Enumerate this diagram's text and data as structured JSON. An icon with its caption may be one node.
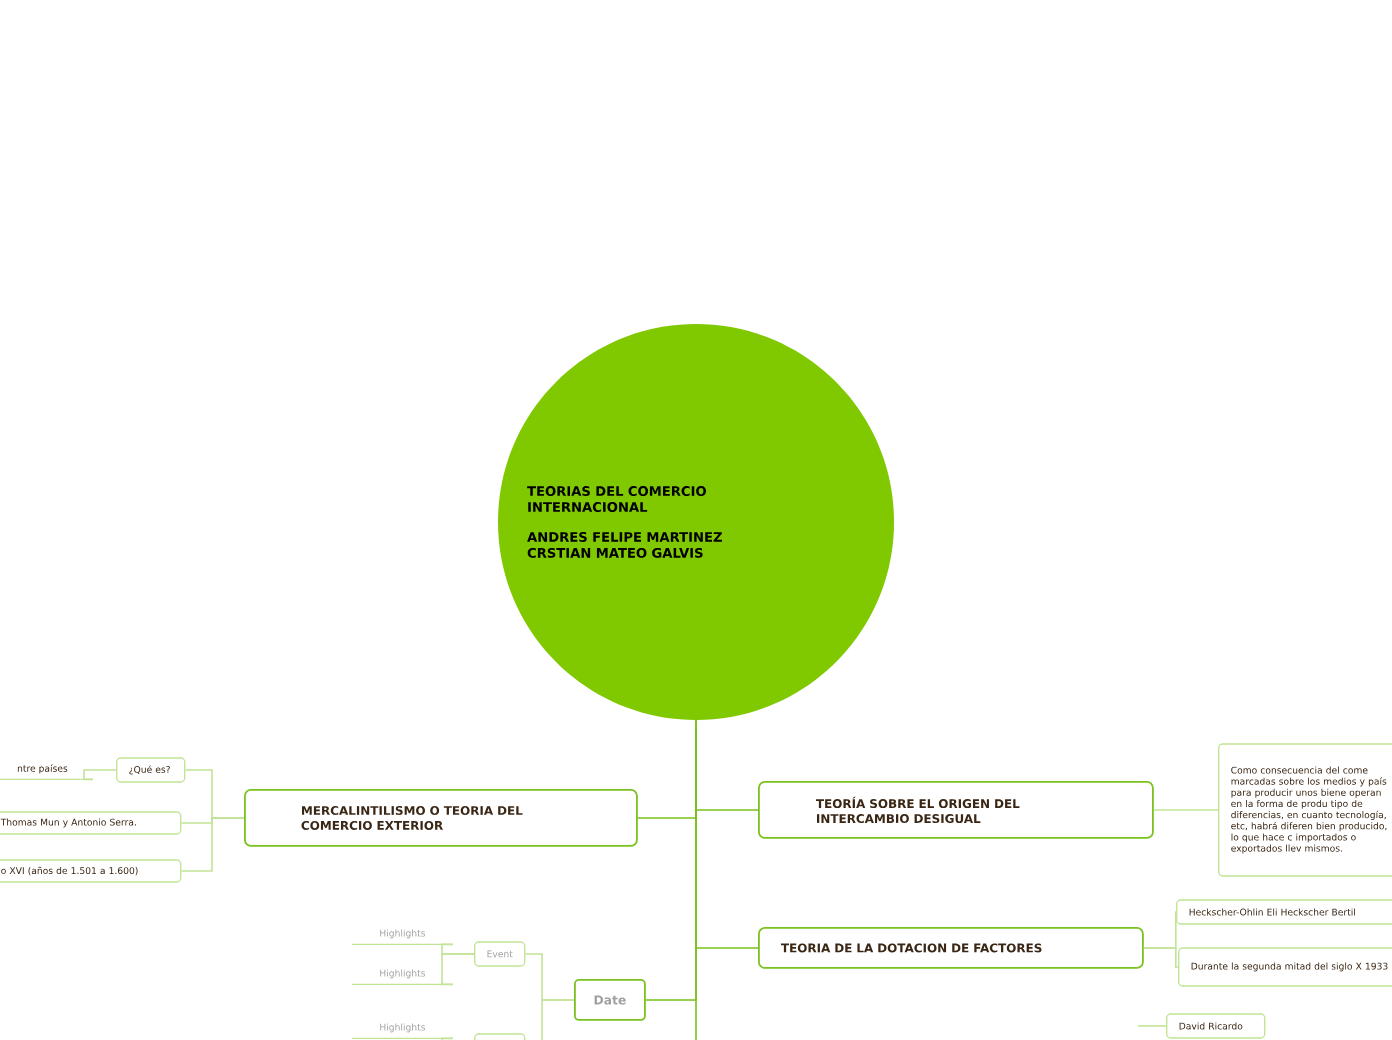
{
  "diagram": {
    "nodes": [
      {
        "text": [
          "TEORIAS DEL COMERCIO INTERNACIONAL",
          "ANDRES FELIPE MARTINEZ CRSTIAN MATEO GALVIS"
        ]
      },
      {
        "text": [
          "MERCALINTILISMO O TEORIA DEL COMERCIO EXTERIOR"
        ]
      },
      {
        "text": [
          "¿Qué es?"
        ]
      },
      {
        "text": [
          "ntre países"
        ]
      },
      {
        "text": [
          "Thomas Mun y Antonio Serra."
        ]
      },
      {
        "text": [
          "o XVI (años de 1.501 a 1.600)"
        ]
      },
      {
        "text": [
          "TEORÍA SOBRE EL ORIGEN DEL INTERCAMBIO DESIGUAL"
        ]
      },
      {
        "text": [
          "Como consecuencia del come marcadas sobre los medios y país para producir unos biene operan en la forma de produ tipo de diferencias, en cuanto tecnología, etc, habrá diferen bien producido, lo que hace c importados o exportados llev mismos."
        ]
      },
      {
        "text": [
          "TEORIA DE LA DOTACION DE FACTORES"
        ]
      },
      {
        "text": [
          "Heckscher-Ohlin Eli Heckscher  Bertil"
        ]
      },
      {
        "text": [
          "Durante la segunda mitad del siglo X 1933"
        ]
      },
      {
        "text": [
          "Date"
        ]
      },
      {
        "text": [
          "Event"
        ]
      },
      {
        "text": [
          "Highlights"
        ]
      },
      {
        "text": [
          "Highlights"
        ]
      },
      {
        "text": [],
        "shape": "box"
      },
      {
        "text": [
          "Highlights"
        ]
      },
      {
        "text": [
          "David Ricardo"
        ]
      }
    ],
    "edges": [
      {
        "from": 0,
        "to": 1,
        "arrow": "none",
        "color": "#7ac21e"
      },
      {
        "from": 0,
        "to": 6,
        "arrow": "none",
        "color": "#7ac21e"
      },
      {
        "from": 0,
        "to": 8,
        "arrow": "none",
        "color": "#7ac21e"
      },
      {
        "from": 0,
        "to": 11,
        "arrow": "none",
        "color": "#7ac21e"
      },
      {
        "from": 0,
        "to": null,
        "arrow": "none",
        "color": "#7ac21e"
      },
      {
        "from": 1,
        "to": 2,
        "arrow": "none"
      },
      {
        "from": 1,
        "to": 4,
        "arrow": "none"
      },
      {
        "from": 1,
        "to": 5,
        "arrow": "none"
      },
      {
        "from": 2,
        "to": 3,
        "arrow": "none"
      },
      {
        "from": 6,
        "to": 7,
        "arrow": "none"
      },
      {
        "from": 8,
        "to": 9,
        "arrow": "none"
      },
      {
        "from": 8,
        "to": 10,
        "arrow": "none"
      },
      {
        "from": 11,
        "to": 12,
        "arrow": "none"
      },
      {
        "from": 11,
        "to": 15,
        "arrow": "none"
      },
      {
        "from": 12,
        "to": 13,
        "arrow": "none"
      },
      {
        "from": 12,
        "to": 14,
        "arrow": "none"
      },
      {
        "from": 15,
        "to": 16,
        "arrow": "none"
      },
      {
        "from": null,
        "to": 17,
        "arrow": "none"
      }
    ]
  }
}
